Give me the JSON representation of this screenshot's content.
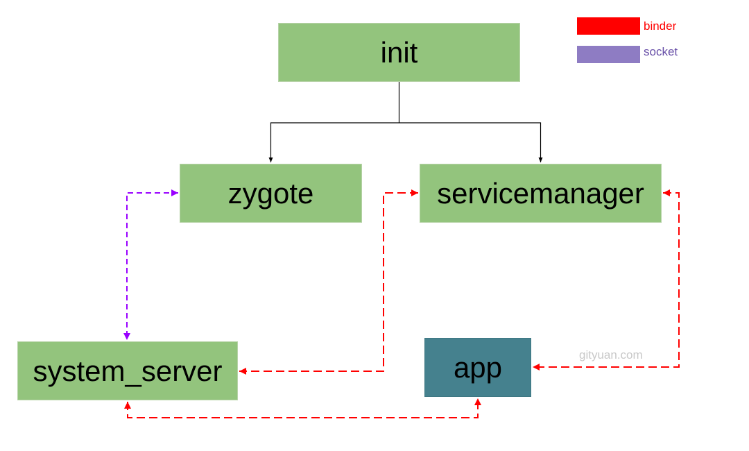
{
  "nodes": {
    "init": {
      "label": "init"
    },
    "zygote": {
      "label": "zygote"
    },
    "servicemanager": {
      "label": "servicemanager"
    },
    "system_server": {
      "label": "system_server"
    },
    "app": {
      "label": "app"
    }
  },
  "legend": [
    {
      "label": "binder",
      "color": "#ff0000"
    },
    {
      "label": "socket",
      "color": "#8e7cc3"
    }
  ],
  "watermark": "gityuan.com",
  "colors": {
    "node_fill": "#93c47d",
    "app_fill": "#45818e",
    "binder": "#ff0000",
    "socket": "#9900ff",
    "tree_line": "#000000",
    "binder_text": "#ff0000",
    "socket_text": "#674ea7"
  },
  "edges": [
    {
      "from": "init",
      "to": "zygote",
      "style": "solid"
    },
    {
      "from": "init",
      "to": "servicemanager",
      "style": "solid"
    },
    {
      "from": "zygote",
      "to": "system_server",
      "style": "socket",
      "bidirectional": true
    },
    {
      "from": "servicemanager",
      "to": "system_server",
      "style": "binder",
      "bidirectional": true
    },
    {
      "from": "servicemanager",
      "to": "app",
      "style": "binder",
      "bidirectional": true
    },
    {
      "from": "system_server",
      "to": "app",
      "style": "binder",
      "bidirectional": true
    }
  ]
}
